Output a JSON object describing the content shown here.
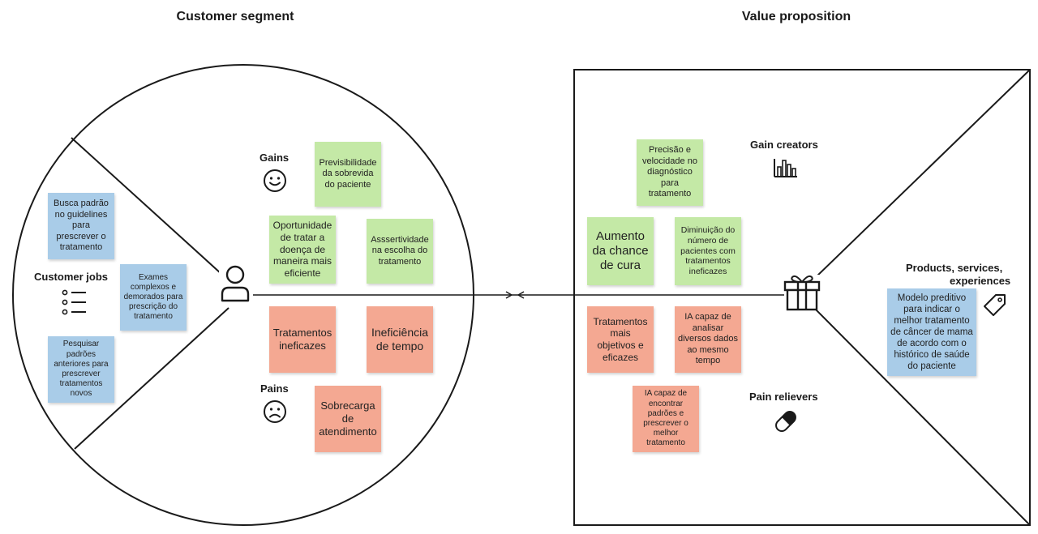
{
  "titles": {
    "customer_segment": "Customer segment",
    "value_proposition": "Value proposition"
  },
  "labels": {
    "gains": "Gains",
    "pains": "Pains",
    "customer_jobs": "Customer jobs",
    "gain_creators": "Gain creators",
    "pain_relievers": "Pain relievers",
    "products_line1": "Products, services,",
    "products_line2": "experiences"
  },
  "notes": {
    "gain_1": "Previsibilidade da sobrevida do paciente",
    "gain_2": "Oportunidade de tratar a doença de maneira mais eficiente",
    "gain_3": "Asssertividade na escolha do tratamento",
    "pain_1": "Tratamentos ineficazes",
    "pain_2": "Ineficiência de tempo",
    "pain_3": "Sobrecarga de atendimento",
    "job_1": "Busca padrão no guidelines para prescrever o tratamento",
    "job_2": "Exames complexos e demorados para prescrição do tratamento",
    "job_3": "Pesquisar padrões anteriores para prescrever tratamentos novos",
    "creator_1": "Precisão e velocidade no diagnóstico para tratamento",
    "creator_2": "Aumento da chance de cura",
    "creator_3": "Diminuição do número de pacientes com tratamentos ineficazes",
    "reliever_1": "Tratamentos mais objetivos e eficazes",
    "reliever_2": "IA capaz de analisar diversos dados ao mesmo tempo",
    "reliever_3": "IA capaz de encontrar padrões e prescrever o melhor tratamento",
    "product_1": "Modelo preditivo para indicar o melhor tratamento de câncer de mama de acordo com o histórico de saúde do paciente"
  },
  "icons": {
    "gains": "smile-icon",
    "pains": "frown-icon",
    "customer_jobs": "list-icon",
    "customer": "user-icon",
    "gain_creators": "bar-chart-icon",
    "pain_relievers": "pill-icon",
    "products": "gift-icon",
    "products_tag": "tag-icon"
  },
  "colors": {
    "gain_note": "#c4e9a6",
    "pain_note": "#f4a892",
    "job_note": "#a9cce8",
    "line": "#1a1a1a"
  }
}
